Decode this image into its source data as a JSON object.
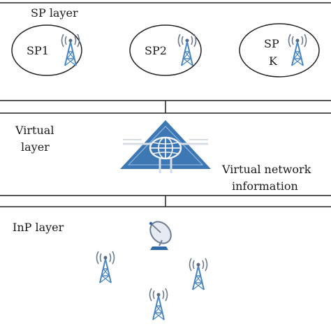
{
  "layers": {
    "sp": {
      "title": "SP layer",
      "providers": [
        {
          "label": "SP1"
        },
        {
          "label": "SP2"
        },
        {
          "label_line1": "SP",
          "label_line2": "K"
        }
      ]
    },
    "virtual": {
      "title_line1": "Virtual",
      "title_line2": "layer",
      "info_line1": "Virtual network",
      "info_line2": "information"
    },
    "inp": {
      "title": "InP layer"
    }
  },
  "colors": {
    "line": "#222222",
    "icon_blue": "#3d78b5",
    "icon_grey": "#8a97a6"
  },
  "icons": [
    "tower-icon",
    "virtualization-globe-icon",
    "satellite-dish-icon"
  ]
}
